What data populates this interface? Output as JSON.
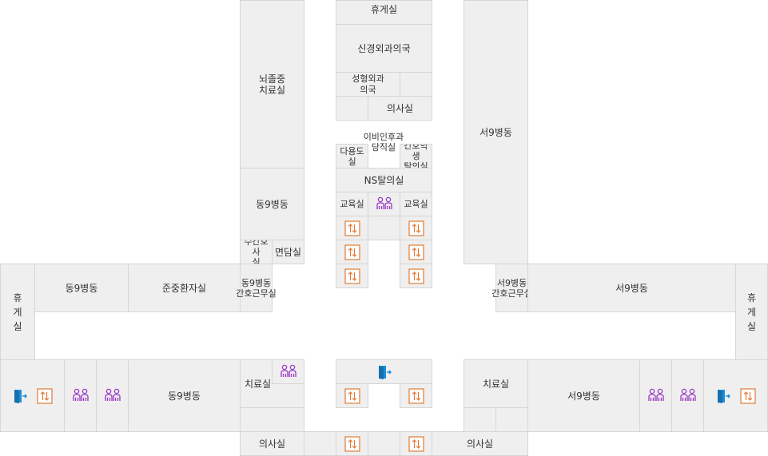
{
  "title": "",
  "colors": {
    "room_fill": "#efefef",
    "room_border": "#d6d6d6",
    "elevator": "#e07b39",
    "restroom": "#9b35c7",
    "exit": "#1a8dd8"
  },
  "legend_icons": [
    "elevator-icon",
    "restroom-icon",
    "emergency-exit-icon"
  ],
  "rooms": {
    "lounge_top": "휴게실",
    "neurosurgery": "신경외과의국",
    "plastic_surgery": "성형외과\n의국",
    "doctors_room_top": "의사실",
    "ent_duty": "이비인후과\n당직실",
    "multi_purpose": "다용도\n실",
    "nursing_student_changing": "간호학생\n탈의실",
    "ns_changing": "NS탈의실",
    "education_left": "교육실",
    "education_right": "교육실",
    "stroke_unit": "뇌졸중\n치료실",
    "east_ward_upper": "동9병동",
    "head_nurse": "수간호사\n실",
    "interview": "면담실",
    "west_ward_upper": "서9병동",
    "lounge_left": "휴\n게\n실",
    "east_ward_left": "동9병동",
    "semi_icu": "준중환자실",
    "east_nurse_station": "동9병동\n간호근무실",
    "west_nurse_station": "서9병동\n간호근무실",
    "west_ward_right": "서9병동",
    "lounge_right": "휴\n게\n실",
    "east_ward_lower": "동9병동",
    "treatment_left": "치료실",
    "treatment_right": "치료실",
    "west_ward_lower": "서9병동",
    "doctors_room_bottom_left": "의사실",
    "doctors_room_bottom_right": "의사실"
  }
}
